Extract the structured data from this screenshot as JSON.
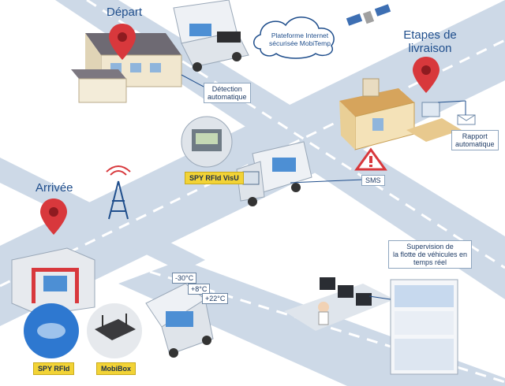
{
  "places": {
    "depart": "Départ",
    "etapes_line1": "Etapes de",
    "etapes_line2": "livraison",
    "arrivee": "Arrivée"
  },
  "callouts": {
    "plateforme_line1": "Plateforme Internet",
    "plateforme_line2": "sécurisée MobiTemp",
    "detection_line1": "Détection",
    "detection_line2": "automatique",
    "rapport_line1": "Rapport",
    "rapport_line2": "automatique",
    "sms": "SMS",
    "supervision_line1": "Supervision de",
    "supervision_line2": "la flotte de véhicules en",
    "supervision_line3": "temps réel"
  },
  "tags": {
    "visu": "SPY RFId VisU",
    "rfid": "SPY RFId",
    "mobibox": "MobiBox"
  },
  "temperatures": [
    "-30°C",
    "+8°C",
    "+22°C"
  ],
  "colors": {
    "road": "#c9d7e6",
    "pin": "#d8383c",
    "accent": "#1f4e8c",
    "tag": "#f2d336"
  }
}
